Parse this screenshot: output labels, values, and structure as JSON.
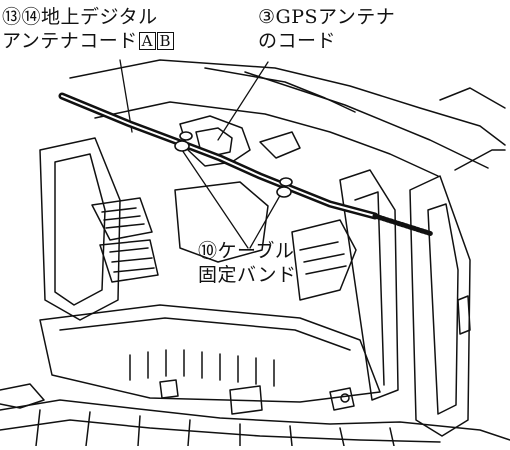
{
  "labels": {
    "antenna": {
      "line1": "⑬⑭地上デジタル",
      "line2": "アンテナコード",
      "box1": "A",
      "box2": "B"
    },
    "gps": {
      "line1": "③GPSアンテナ",
      "line2": "のコード"
    },
    "band": {
      "line1": "⑩ケーブル",
      "line2": "固定バンド"
    }
  },
  "colors": {
    "ink": "#111111",
    "paper": "#ffffff"
  }
}
